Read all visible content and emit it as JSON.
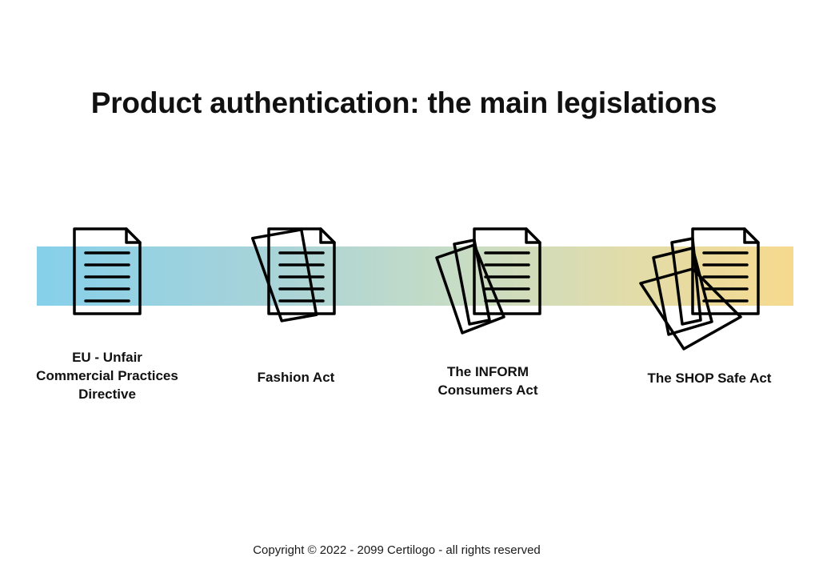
{
  "title": "Product authentication: the main legislations",
  "legislations": [
    {
      "label": "EU - Unfair\nCommercial Practices\nDirective",
      "icon": "single-document-icon",
      "document_count": 1
    },
    {
      "label": "Fashion Act",
      "icon": "two-documents-icon",
      "document_count": 2
    },
    {
      "label": "The INFORM\nConsumers Act",
      "icon": "three-documents-icon",
      "document_count": 3
    },
    {
      "label": "The SHOP Safe Act",
      "icon": "four-documents-icon",
      "document_count": 4
    }
  ],
  "band_colors": [
    "#86d0ea",
    "#f6d98e"
  ],
  "copyright": "Copyright © 2022 - 2099 Certilogo - all rights reserved"
}
